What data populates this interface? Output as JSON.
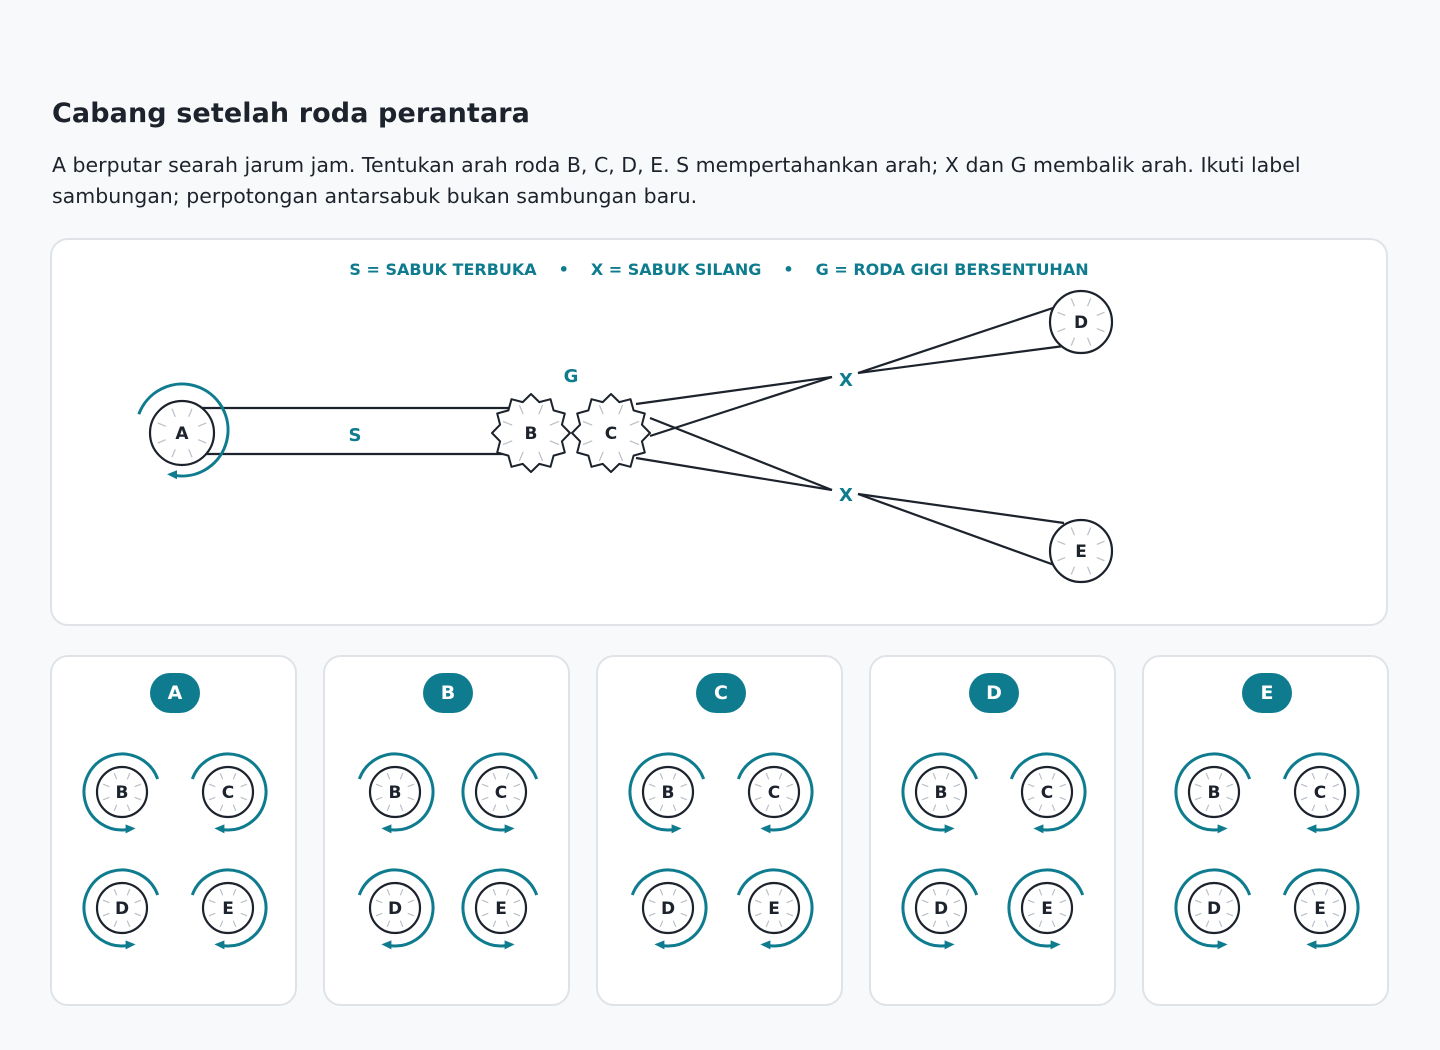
{
  "title": "Cabang setelah roda perantara",
  "instructions": "A berputar searah jarum jam. Tentukan arah roda B, C, D, E. S mempertahankan arah; X dan G membalik arah. Ikuti label sambungan; perpotongan antarsabuk bukan sambungan baru.",
  "legend": {
    "s": "S = SABUK TERBUKA",
    "x": "X = SABUK SILANG",
    "g": "G = RODA GIGI BERSENTUHAN",
    "separator": "•"
  },
  "diagram": {
    "wheels": {
      "A": "A",
      "B": "B",
      "C": "C",
      "D": "D",
      "E": "E"
    },
    "connections": [
      {
        "from": "A",
        "to": "B",
        "type": "S"
      },
      {
        "from": "B",
        "to": "C",
        "type": "G"
      },
      {
        "from": "C",
        "to": "D",
        "type": "X"
      },
      {
        "from": "C",
        "to": "E",
        "type": "X"
      }
    ],
    "given": {
      "wheel": "A",
      "direction": "clockwise"
    },
    "accent_color": "#0e7c8e"
  },
  "options": [
    {
      "label": "A",
      "wheels": [
        "B",
        "C",
        "D",
        "E"
      ],
      "directions": [
        "ccw",
        "cw",
        "ccw",
        "cw"
      ]
    },
    {
      "label": "B",
      "wheels": [
        "B",
        "C",
        "D",
        "E"
      ],
      "directions": [
        "cw",
        "ccw",
        "cw",
        "ccw"
      ]
    },
    {
      "label": "C",
      "wheels": [
        "B",
        "C",
        "D",
        "E"
      ],
      "directions": [
        "ccw",
        "cw",
        "cw",
        "cw"
      ]
    },
    {
      "label": "D",
      "wheels": [
        "B",
        "C",
        "D",
        "E"
      ],
      "directions": [
        "ccw",
        "cw",
        "ccw",
        "ccw"
      ]
    },
    {
      "label": "E",
      "wheels": [
        "B",
        "C",
        "D",
        "E"
      ],
      "directions": [
        "ccw",
        "cw",
        "ccw",
        "cw"
      ]
    }
  ]
}
